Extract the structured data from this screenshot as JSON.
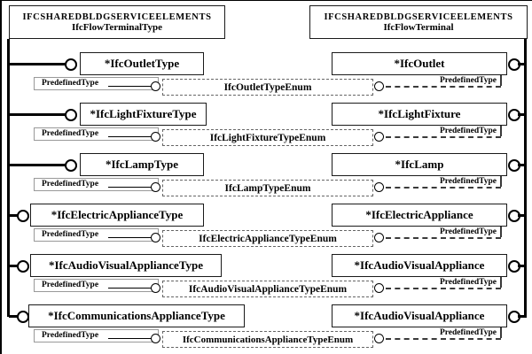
{
  "headers": {
    "left": {
      "schema": "IFCSHAREDBLDGSERVICEELEMENTS",
      "entity": "IfcFlowTerminalType"
    },
    "right": {
      "schema": "IFCSHAREDBLDGSERVICEELEMENTS",
      "entity": "IfcFlowTerminal"
    }
  },
  "attribute_label": "PredefinedType",
  "rows": [
    {
      "type": "*IfcOutletType",
      "enum": "IfcOutletTypeEnum",
      "occurrence": "*IfcOutlet"
    },
    {
      "type": "*IfcLightFixtureType",
      "enum": "IfcLightFixtureTypeEnum",
      "occurrence": "*IfcLightFixture"
    },
    {
      "type": "*IfcLampType",
      "enum": "IfcLampTypeEnum",
      "occurrence": "*IfcLamp"
    },
    {
      "type": "*IfcElectricApplianceType",
      "enum": "IfcElectricApplianceTypeEnum",
      "occurrence": "*IfcElectricAppliance"
    },
    {
      "type": "*IfcAudioVisualApplianceType",
      "enum": "IfcAudioVisualApplianceTypeEnum",
      "occurrence": "*IfcAudioVisualAppliance"
    },
    {
      "type": "*IfcCommunicationsApplianceType",
      "enum": "IfcCommunicationsApplianceTypeEnum",
      "occurrence": "*IfcAudioVisualAppliance"
    }
  ],
  "symbols": {
    "connector_circle": "open-circle",
    "enum_box_style": "dashed-rectangle"
  },
  "colors": {
    "ink": "#000000",
    "paper": "#ffffff",
    "attribute_box_border": "#999999",
    "dashed_line": "#3a3a3a"
  }
}
